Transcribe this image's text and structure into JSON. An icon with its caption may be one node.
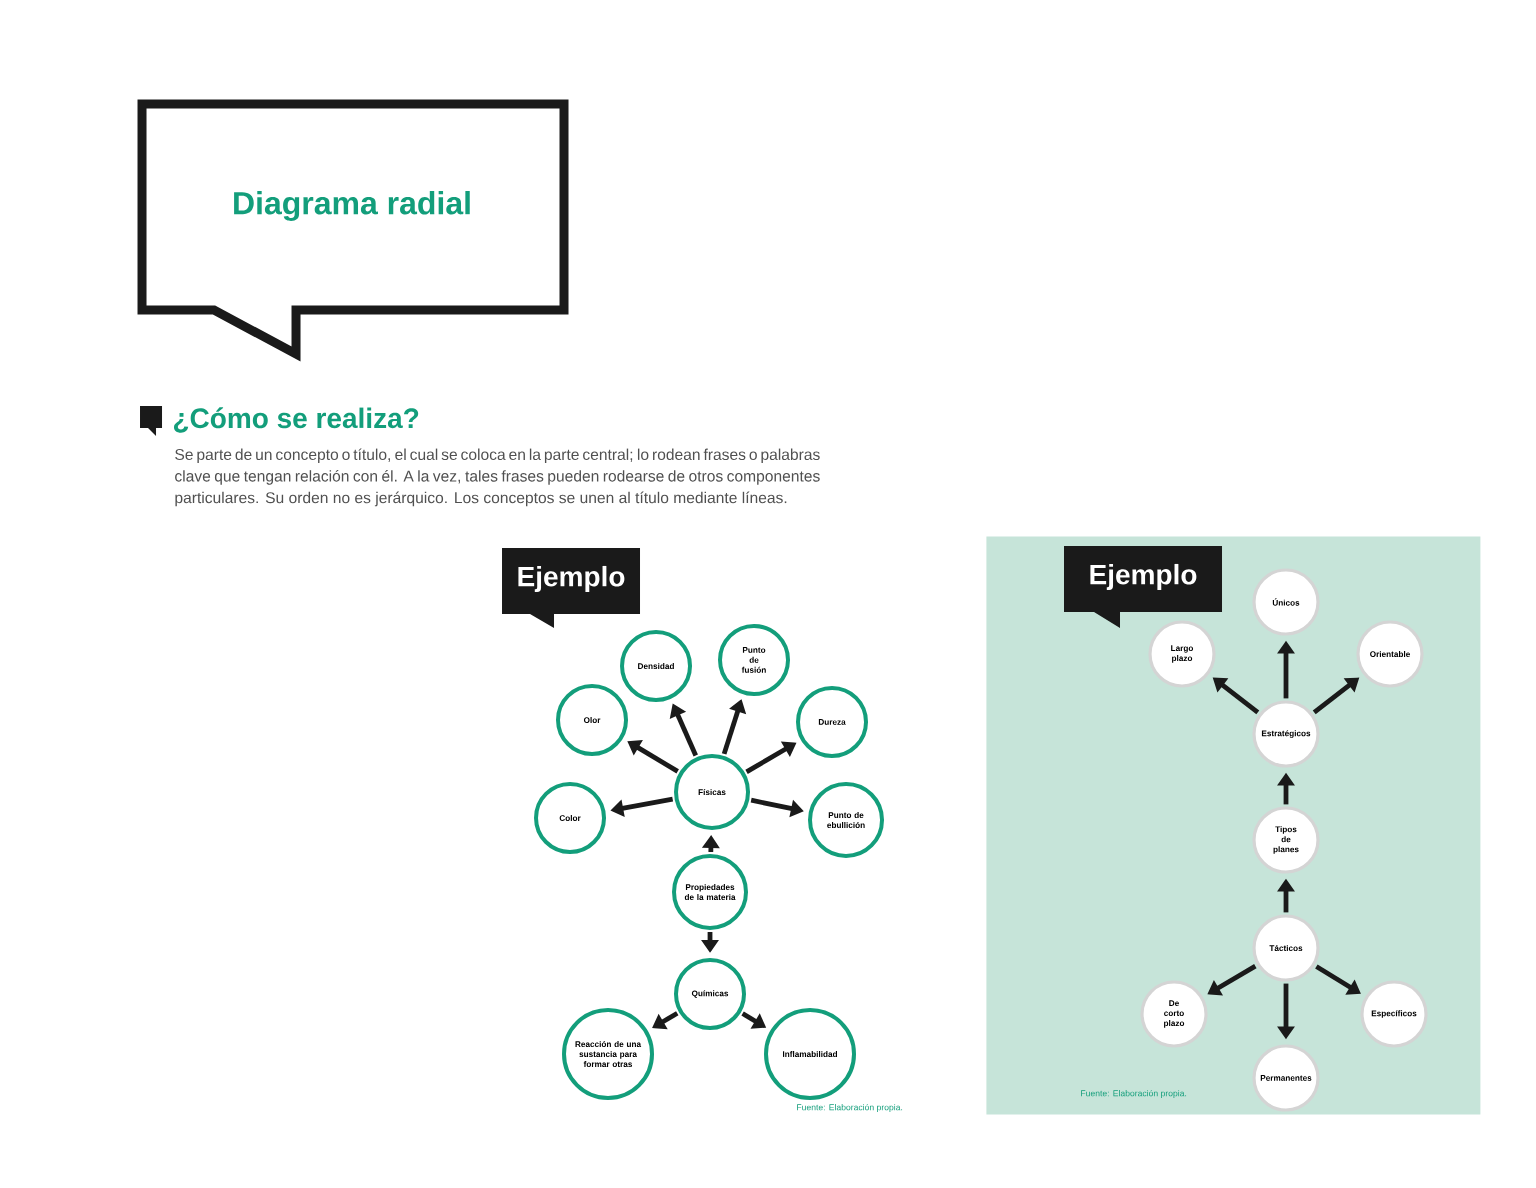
{
  "diagram": {
    "nodes": [
      {
        "text": [
          "Diagrama radial"
        ]
      },
      {
        "text": [
          "Ejemplo"
        ]
      },
      {
        "text": [
          "Densidad"
        ]
      },
      {
        "text": [
          "Punto de fusión"
        ]
      },
      {
        "text": [
          "Olor"
        ]
      },
      {
        "text": [
          "Dureza"
        ]
      },
      {
        "text": [
          "Físicas"
        ]
      },
      {
        "text": [
          "Color"
        ]
      },
      {
        "text": [
          "Punto de ebullición"
        ]
      },
      {
        "text": [
          "Propiedades de la materia"
        ]
      },
      {
        "text": [
          "Químicas"
        ]
      },
      {
        "text": [
          "Reacción de una sustancia para formar otras"
        ]
      },
      {
        "text": [
          "Inflamabilidad"
        ]
      },
      {
        "text": [
          "Fuente: Elaboración propia."
        ]
      },
      {
        "text": [
          "Ejemplo"
        ],
        "in": 13
      },
      {
        "text": [
          "Únicos"
        ],
        "in": 13
      },
      {
        "text": [
          "Largo plazo"
        ],
        "in": 13
      },
      {
        "text": [
          "Orientable"
        ],
        "in": 13
      },
      {
        "text": [
          "Estratégicos"
        ],
        "in": 13
      },
      {
        "text": [
          "Tipos de planes"
        ],
        "in": 13
      },
      {
        "text": [
          "Tácticos"
        ],
        "in": 13
      },
      {
        "text": [
          "De corto plazo"
        ],
        "in": 13
      },
      {
        "text": [
          "Específicos"
        ],
        "in": 13
      },
      {
        "text": [
          "Permanentes"
        ],
        "in": 13
      }
    ],
    "edges": [
      {
        "from": 6,
        "to": 2,
        "arrow": "to"
      },
      {
        "from": 6,
        "to": 3,
        "arrow": "to"
      },
      {
        "from": 6,
        "to": 4,
        "arrow": "to"
      },
      {
        "from": 6,
        "to": 5,
        "arrow": "to"
      },
      {
        "from": 6,
        "to": 7,
        "arrow": "to"
      },
      {
        "from": 6,
        "to": 8,
        "arrow": "to"
      },
      {
        "from": 9,
        "to": 6,
        "arrow": "to"
      },
      {
        "from": 9,
        "to": 10,
        "arrow": "to"
      },
      {
        "from": 10,
        "to": 11,
        "arrow": "to"
      },
      {
        "from": 10,
        "to": 12,
        "arrow": "to"
      },
      {
        "from": 18,
        "to": 15,
        "arrow": "to"
      },
      {
        "from": 18,
        "to": 16,
        "arrow": "to"
      },
      {
        "from": 18,
        "to": 17,
        "arrow": "to"
      },
      {
        "from": 19,
        "to": 18,
        "arrow": "to"
      },
      {
        "from": 20,
        "to": 19,
        "arrow": "to"
      },
      {
        "from": 20,
        "to": 21,
        "arrow": "to"
      },
      {
        "from": 20,
        "to": 22,
        "arrow": "to"
      },
      {
        "from": 20,
        "to": 23,
        "arrow": "to"
      }
    ],
    "labels": [
      "¿Cómo se realiza?",
      "Se parte de un concepto o título, el cual se coloca en la parte central; lo rodean frases o palabras clave que tengan relación con él. A la vez, tales frases pueden rodearse de otros componentes particulares. Su orden no es jerárquico. Los conceptos se unen al título mediante líneas.",
      "Fuente: Elaboración propia."
    ]
  }
}
